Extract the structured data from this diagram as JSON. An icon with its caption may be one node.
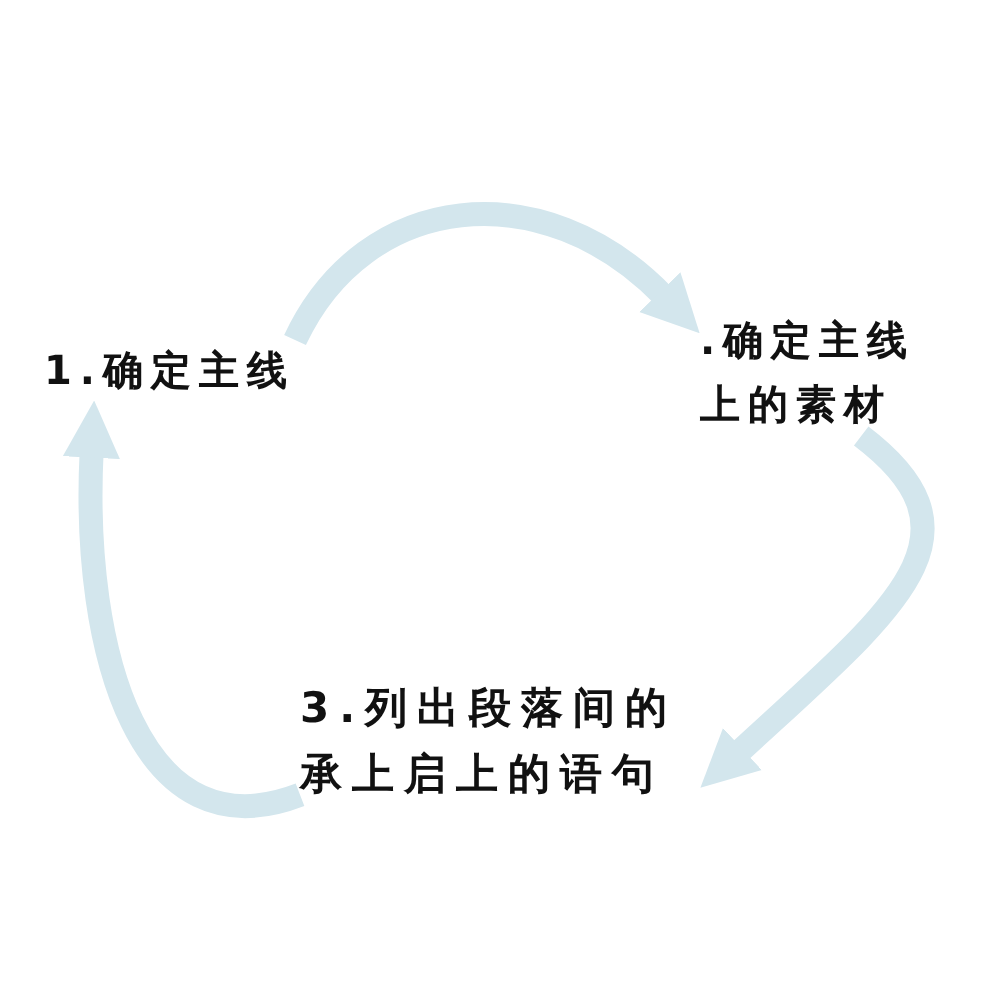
{
  "diagram": {
    "nodes": [
      {
        "text": [
          "1.确定主线"
        ]
      },
      {
        "text": [
          ".确定主线上的素材"
        ]
      },
      {
        "text": [
          "3.列出段落间的承上启上的语句"
        ]
      }
    ],
    "edges": [
      {
        "from": 0,
        "to": 1,
        "arrow": "to"
      },
      {
        "from": 1,
        "to": 2,
        "arrow": "to"
      },
      {
        "from": 2,
        "to": 0,
        "arrow": "to"
      }
    ]
  }
}
